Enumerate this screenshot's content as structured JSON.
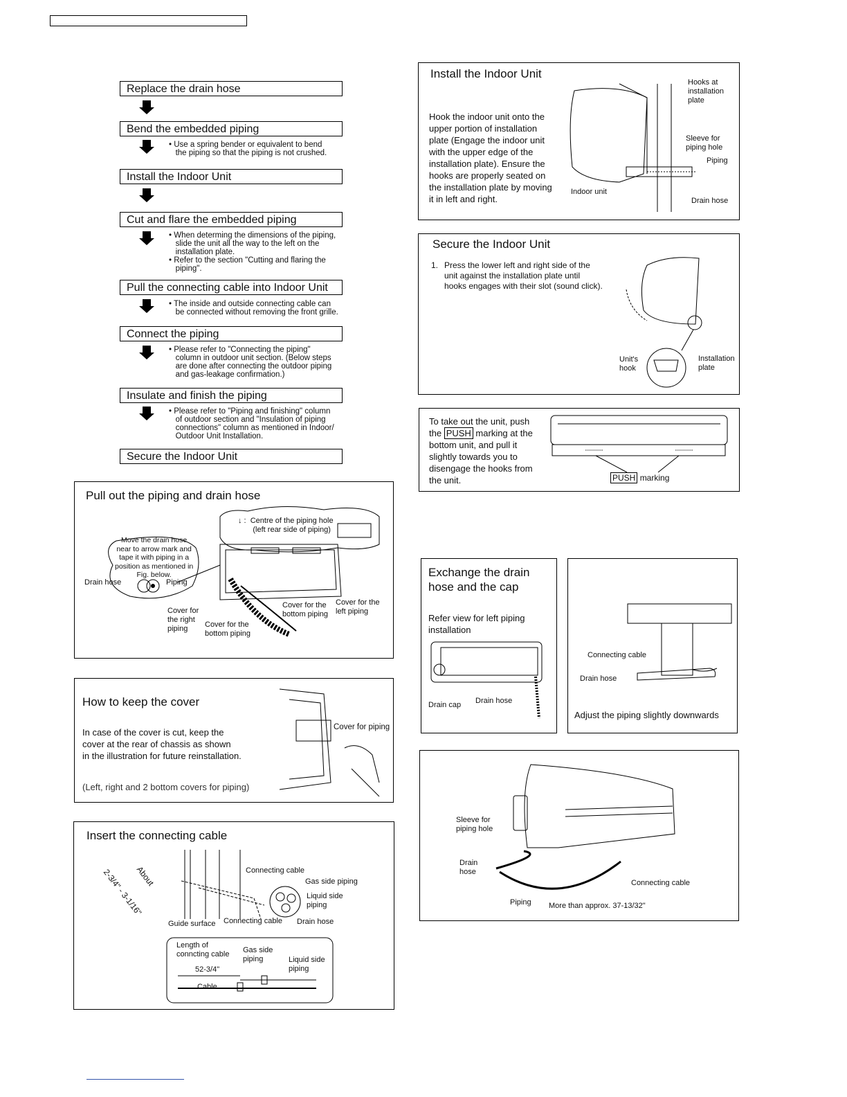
{
  "flow": {
    "steps": [
      {
        "label": "Replace the drain hose",
        "note": ""
      },
      {
        "label": "Bend the embedded piping",
        "note": "• Use a spring bender or equivalent to bend\n   the piping so that the piping is not crushed."
      },
      {
        "label": "Install the Indoor Unit",
        "note": ""
      },
      {
        "label": "Cut and flare the embedded piping",
        "note": "• When determing the dimensions of the piping,\n   slide the unit all the way to the left on the\n   installation plate.\n• Refer to the section \"Cutting and flaring the\n   piping\"."
      },
      {
        "label": "Pull the connecting cable into Indoor Unit",
        "note": "• The inside and outside connecting cable can\n   be connected without removing the front grille."
      },
      {
        "label": "Connect the piping",
        "note": "• Please refer to \"Connecting the piping\"\n   column in outdoor unit section. (Below steps\n   are done after connecting the outdoor piping\n   and gas-leakage confirmation.)"
      },
      {
        "label": "Insulate and finish the piping",
        "note": "• Please refer to \"Piping and finishing\" column\n   of outdoor section and \"Insulation of piping\n   connections\" column as mentioned in Indoor/\n   Outdoor Unit Installation."
      },
      {
        "label": "Secure the Indoor Unit",
        "note": ""
      }
    ]
  },
  "pull_out": {
    "title": "Pull out the piping and drain hose",
    "centre_note": "↓ :  Centre of the piping hole\n       (left rear side of piping)",
    "bubble": "Move the drain hose\nnear to arrow mark and\ntape it with piping in a\nposition as mentioned in\nFig. below.",
    "drain_hose": "Drain hose",
    "piping": "Piping",
    "cover_right": "Cover for\nthe right\npiping",
    "cover_bottom1": "Cover for the\nbottom piping",
    "cover_bottom2": "Cover for the\nbottom piping",
    "cover_left": "Cover for the\nleft piping"
  },
  "keep_cover": {
    "title": "How to keep the cover",
    "text": "In case of the cover is cut, keep the\ncover at the rear of chassis as shown\nin the illustration for future reinstallation.",
    "note": "(Left, right and 2 bottom covers for piping)",
    "label": "Cover for piping"
  },
  "insert_cable": {
    "title": "Insert the connecting cable",
    "dim": "2-3/4\" - 3-1/16\"",
    "about": "About",
    "connecting_cable": "Connecting cable",
    "gas_side": "Gas side piping",
    "liquid_side": "Liquid side\npiping",
    "guide_surface": "Guide surface",
    "connecting_cable2": "Connecting cable",
    "drain_hose": "Drain hose",
    "length_of": "Length of\nconncting cable",
    "gas_side2": "Gas side\npiping",
    "liquid_side2": "Liquid side\npiping",
    "length": "52-3/4\"",
    "cable": "Cable"
  },
  "install": {
    "title": "Install the Indoor Unit",
    "text": "Hook the indoor unit onto the\nupper portion of installation\nplate (Engage the indoor unit\nwith the upper edge of the\ninstallation plate). Ensure the\nhooks are properly seated on\nthe installation plate by moving\nit in left and right.",
    "hooks": "Hooks at\ninstallation\nplate",
    "sleeve": "Sleeve for\npiping hole",
    "piping": "Piping",
    "indoor_unit": "Indoor unit",
    "drain_hose": "Drain hose"
  },
  "secure": {
    "title": "Secure the Indoor Unit",
    "num": "1.",
    "text": "Press the lower left and right side of the\nunit against the installation plate until\nhooks engages with their slot (sound click).",
    "units_hook": "Unit's\nhook",
    "plate": "Installation\nplate"
  },
  "takeout": {
    "text_a": "To take out the unit, push\nthe ",
    "push": "PUSH",
    "text_b": " marking at the\nbottom unit, and pull it\nslightly towards you to\ndisengage the hooks from\nthe unit.",
    "marking": "marking"
  },
  "exchange": {
    "title": "Exchange the drain\nhose and the cap",
    "text": "Refer view for left piping\ninstallation",
    "drain_cap": "Drain cap",
    "drain_hose": "Drain hose"
  },
  "adjust": {
    "connecting_cable": "Connecting cable",
    "drain_hose": "Drain hose",
    "caption": "Adjust the piping slightly downwards"
  },
  "final": {
    "sleeve": "Sleeve for\npiping hole",
    "drain_hose": "Drain\nhose",
    "connecting_cable": "Connecting cable",
    "piping": "Piping",
    "more_than": "More than approx. 37-13/32\""
  }
}
